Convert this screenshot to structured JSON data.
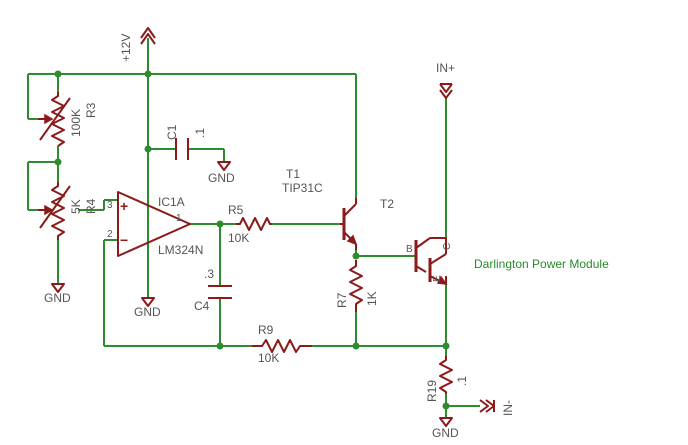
{
  "supply": {
    "label": "+12V"
  },
  "power_input": {
    "pos_label": "IN+",
    "neg_label": "IN-"
  },
  "gnd_label": "GND",
  "components": {
    "r3": {
      "name": "R3",
      "value": "100K"
    },
    "r4": {
      "name": "R4",
      "value": "5K"
    },
    "c1": {
      "name": "C1",
      "value": ".1"
    },
    "ic1a": {
      "name": "IC1A",
      "part": "LM324N",
      "pin_out": "1",
      "pin_plus": "3",
      "pin_minus": "2",
      "sign_plus": "+",
      "sign_minus": "−"
    },
    "r5": {
      "name": "R5",
      "value": "10K"
    },
    "c4": {
      "name": "C4",
      "value": ".3"
    },
    "t1": {
      "name": "T1",
      "part": "TIP31C"
    },
    "t2": {
      "name": "T2"
    },
    "r7": {
      "name": "R7",
      "value": "1K"
    },
    "r9": {
      "name": "R9",
      "value": "10K"
    },
    "r19": {
      "name": "R19",
      "value": ".1"
    },
    "darlington": {
      "pin_b": "B",
      "pin_c": "C",
      "pin_e": "E"
    }
  },
  "annotation": "Darlington Power Module"
}
